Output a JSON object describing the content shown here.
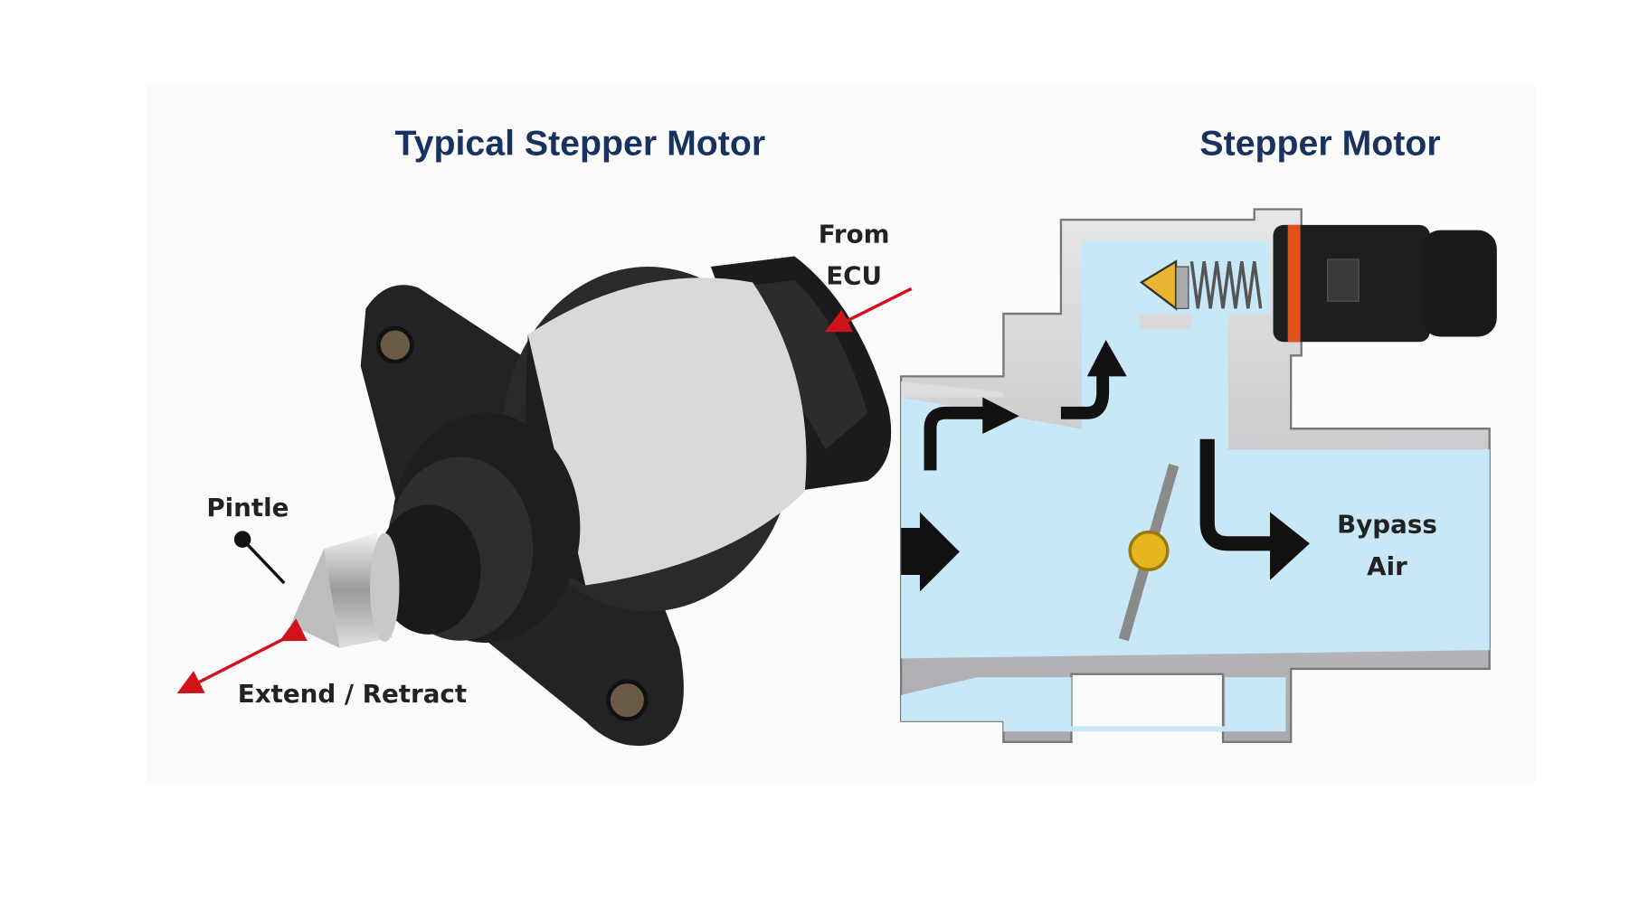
{
  "left_panel": {
    "title": "Typical Stepper Motor",
    "labels": {
      "from": "From",
      "ecu": "ECU",
      "pintle": "Pintle",
      "extend_retract": "Extend / Retract"
    }
  },
  "right_panel": {
    "title": "Stepper Motor",
    "labels": {
      "bypass": "Bypass",
      "air": "Air"
    }
  },
  "colors": {
    "title": "#17325e",
    "arrow_red": "#d0121b",
    "passage_blue": "#c9e8f7",
    "housing_gray": "#c9c9cc",
    "motor_black": "#1e1e20"
  }
}
